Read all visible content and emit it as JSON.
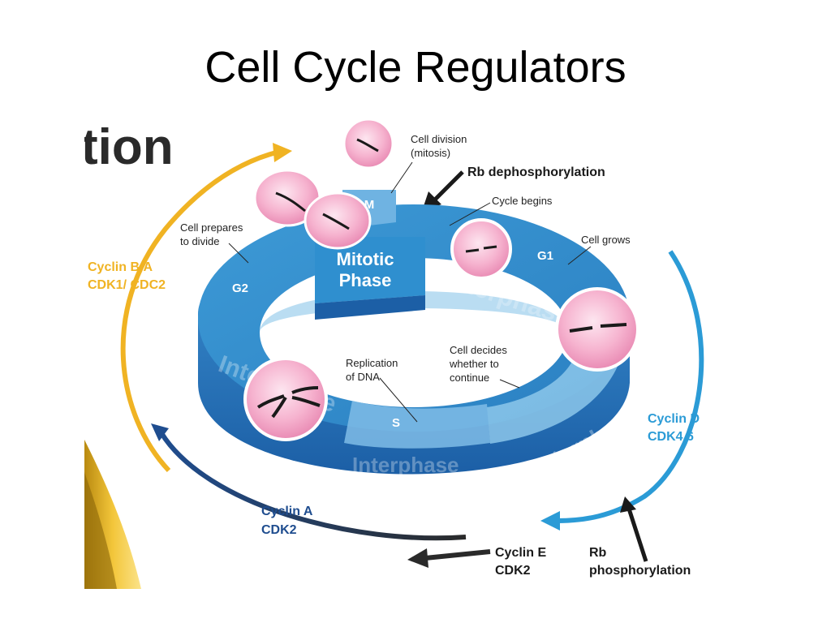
{
  "slide": {
    "title": "Cell Cycle Regulators"
  },
  "diagram": {
    "partial_heading": "tion",
    "phases": {
      "m": "M",
      "g1": "G1",
      "g2": "G2",
      "s": "S",
      "mitotic_line1": "Mitotic",
      "mitotic_line2": "Phase",
      "interphase": "Interphase"
    },
    "annotations": {
      "cell_division_1": "Cell division",
      "cell_division_2": "(mitosis)",
      "cycle_begins": "Cycle begins",
      "cell_grows": "Cell grows",
      "prepares_1": "Cell prepares",
      "prepares_2": "to divide",
      "replication_1": "Replication",
      "replication_2": "of DNA",
      "decides_1": "Cell decides",
      "decides_2": "whether to",
      "decides_3": "continue"
    },
    "regulators": {
      "rb_dephos": "Rb dephosphorylation",
      "cyclin_ba_1": "Cyclin B/A",
      "cyclin_ba_2": "CDK1/ CDC2",
      "cyclin_d_1": "Cyclin D",
      "cyclin_d_2": "CDK4,6",
      "cyclin_a_1": "Cyclin A",
      "cyclin_a_2": "CDK2",
      "cyclin_e_1": "Cyclin E",
      "cyclin_e_2": "CDK2",
      "rb_phos_1": "Rb",
      "rb_phos_2": "phosphorylation"
    },
    "colors": {
      "ring_top": "#2f8fcf",
      "ring_light": "#8cc7ea",
      "ring_side": "#1f6fb4",
      "cyclin_ba": "#f0b323",
      "cyclin_d": "#2b9bd6",
      "cyclin_a": "#1f4d8f",
      "arrow_dark": "#1a1a1a",
      "cell_pink": "#f6b3cf"
    }
  }
}
